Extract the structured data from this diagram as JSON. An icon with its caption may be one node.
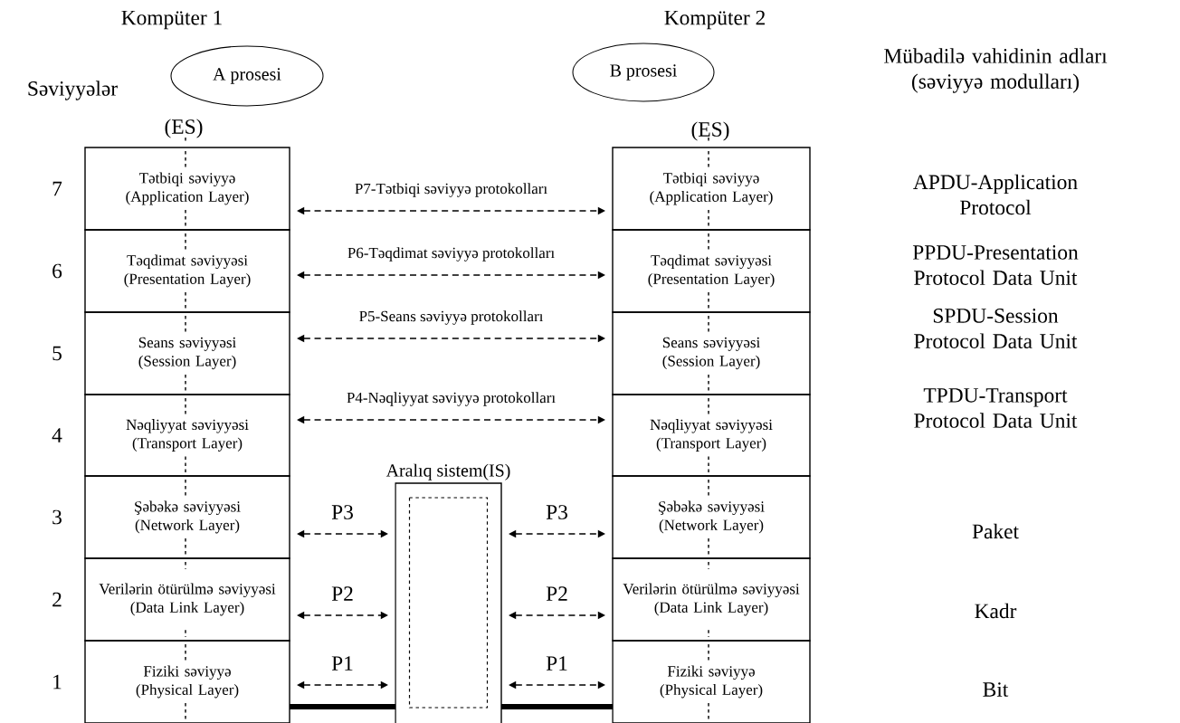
{
  "diagram": {
    "nodes": [
      {
        "text": [
          "A prosesi"
        ]
      },
      {
        "text": [
          "B prosesi"
        ]
      },
      {
        "text": [
          "Tətbiqi səviyyə",
          "(Application Layer)"
        ]
      },
      {
        "text": [
          "Təqdimat səviyyəsi",
          "(Presentation Layer)"
        ]
      },
      {
        "text": [
          "Seans səviyyəsi",
          "(Session Layer)"
        ]
      },
      {
        "text": [
          "Nəqliyyat səviyyəsi",
          "(Transport Layer)"
        ]
      },
      {
        "text": [
          "Şəbəkə səviyyəsi",
          "(Network Layer)"
        ]
      },
      {
        "text": [
          "Verilərin ötürülmə səviyyəsi",
          "(Data Link Layer)"
        ]
      },
      {
        "text": [
          "Fiziki səviyyə",
          "(Physical Layer)"
        ]
      },
      {
        "text": [
          "Tətbiqi səviyyə",
          "(Application Layer)"
        ]
      },
      {
        "text": [
          "Təqdimat səviyyəsi",
          "(Presentation Layer)"
        ]
      },
      {
        "text": [
          "Seans səviyyəsi",
          "(Session Layer)"
        ]
      },
      {
        "text": [
          "Nəqliyyat səviyyəsi",
          "(Transport Layer)"
        ]
      },
      {
        "text": [
          "Şəbəkə səviyyəsi",
          "(Network Layer)"
        ]
      },
      {
        "text": [
          "Verilərin ötürülmə səviyyəsi",
          "(Data Link Layer)"
        ]
      },
      {
        "text": [
          "Fiziki səviyyə",
          "(Physical Layer)"
        ]
      },
      {
        "text": [
          "Aralıq sistem(IS)"
        ]
      }
    ],
    "edges": [
      {
        "from": 2,
        "to": 9,
        "arrow": "both",
        "style": "dashed",
        "label": "P7-Tətbiqi səviyyə protokolları"
      },
      {
        "from": 3,
        "to": 10,
        "arrow": "both",
        "style": "dashed",
        "label": "P6-Təqdimat səviyyə protokolları"
      },
      {
        "from": 4,
        "to": 11,
        "arrow": "both",
        "style": "dashed",
        "label": "P5-Seans səviyyə protokolları"
      },
      {
        "from": 5,
        "to": 12,
        "arrow": "both",
        "style": "dashed",
        "label": "P4-Nəqliyyat səviyyə protokolları"
      },
      {
        "from": 6,
        "to": 16,
        "arrow": "both",
        "style": "dashed",
        "label": "P3"
      },
      {
        "from": 16,
        "to": 13,
        "arrow": "both",
        "style": "dashed",
        "label": "P3"
      },
      {
        "from": 7,
        "to": 16,
        "arrow": "both",
        "style": "dashed",
        "label": "P2"
      },
      {
        "from": 16,
        "to": 14,
        "arrow": "both",
        "style": "dashed",
        "label": "P2"
      },
      {
        "from": 8,
        "to": 16,
        "arrow": "both",
        "style": "dashed",
        "label": "P1"
      },
      {
        "from": 16,
        "to": 15,
        "arrow": "both",
        "style": "dashed",
        "label": "P1"
      },
      {
        "from": 8,
        "to": 16,
        "arrow": "none",
        "style": "thick"
      },
      {
        "from": 16,
        "to": 15,
        "arrow": "none",
        "style": "thick"
      }
    ],
    "labels": [
      "Kompüter 1",
      "Kompüter 2",
      "Mübadilə vahidinin adları (səviyyə modulları)",
      "Səviyyələr",
      "(ES)",
      "(ES)",
      "7",
      "APDU-Application Protocol",
      "6",
      "PPDU-Presentation Protocol Data Unit",
      "5",
      "SPDU-Session Protocol Data Unit",
      "4",
      "TPDU-Transport Protocol Data Unit",
      "3",
      "Paket",
      "2",
      "Kadr",
      "1",
      "Bit"
    ]
  }
}
